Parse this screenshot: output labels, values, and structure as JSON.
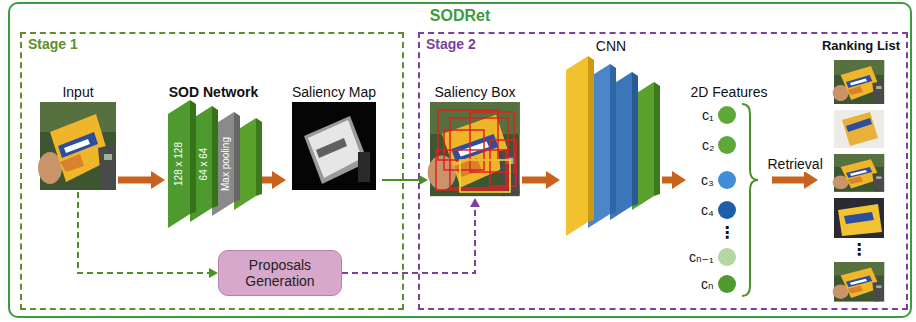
{
  "diagram": {
    "nodes": [
      {
        "text": [
          "SODRet"
        ]
      },
      {
        "text": [
          "Stage 1"
        ],
        "in": 0
      },
      {
        "text": [
          "Stage 2"
        ],
        "in": 0
      },
      {
        "text": [
          "Input"
        ],
        "in": 1
      },
      {
        "text": [
          "SOD Network"
        ],
        "in": 1
      },
      {
        "text": [
          "Saliency Map"
        ],
        "in": 1
      },
      {
        "text": [
          "Proposals Generation"
        ],
        "in": 1
      },
      {
        "text": [
          "Saliency Box"
        ],
        "in": 2
      },
      {
        "text": [
          "CNN"
        ],
        "in": 2
      },
      {
        "text": [
          "2D Features"
        ],
        "in": 2
      },
      {
        "text": [
          "Ranking List"
        ],
        "in": 2
      }
    ],
    "edges": [
      {
        "from": 3,
        "to": 4,
        "arrow": "to"
      },
      {
        "from": 4,
        "to": 5,
        "arrow": "to"
      },
      {
        "from": 5,
        "to": 7,
        "arrow": "to"
      },
      {
        "from": 3,
        "to": 6,
        "arrow": "to"
      },
      {
        "from": 6,
        "to": 7,
        "arrow": "to"
      },
      {
        "from": 7,
        "to": 8,
        "arrow": "to"
      },
      {
        "from": 8,
        "to": 9,
        "arrow": "to"
      },
      {
        "from": 9,
        "to": 10,
        "label": "Retrieval",
        "arrow": "to"
      }
    ],
    "labels": [
      "128 x 128",
      "64 x 64",
      "Max pooling",
      "c₁",
      "c₂",
      "c₃",
      "c₄",
      "⋮",
      "cₙ₋₁",
      "cₙ",
      "⋮"
    ]
  }
}
